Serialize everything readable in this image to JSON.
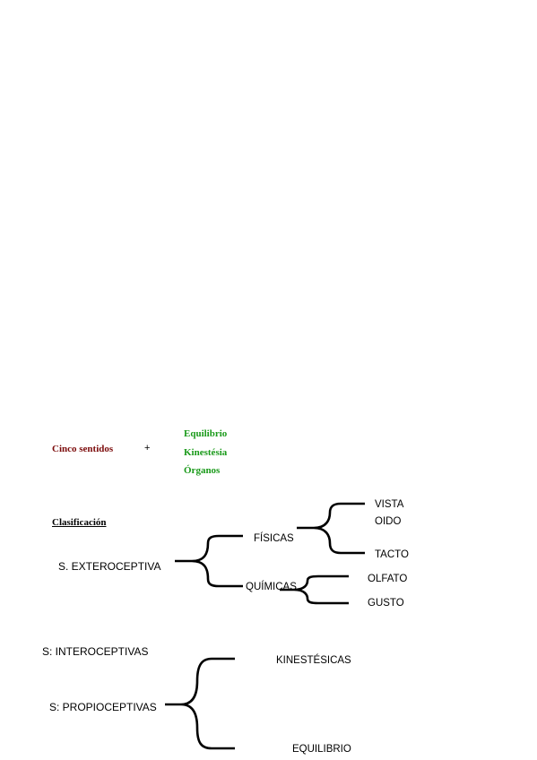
{
  "colors": {
    "dark_red": "#7b0a0a",
    "green": "#1a9a1a",
    "black": "#000000"
  },
  "intro": {
    "cinco_sentidos": "Cinco sentidos",
    "plus": "+",
    "extra_senses": [
      "Equilibrio",
      "Kinestésia",
      "Órganos"
    ]
  },
  "classification": {
    "heading": "Clasificación",
    "exteroceptiva": {
      "label": "S. EXTEROCEPTIVA",
      "fisicas": {
        "label": "FÍSICAS",
        "items": [
          "VISTA",
          "OIDO",
          "TACTO"
        ]
      },
      "quimicas": {
        "label": "QUÍMICAS",
        "items": [
          "OLFATO",
          "GUSTO"
        ]
      }
    },
    "interoceptivas": {
      "label": "S: INTEROCEPTIVAS"
    },
    "propioceptivas": {
      "label": "S: PROPIOCEPTIVAS",
      "items": [
        "KINESTÉSICAS",
        "EQUILIBRIO"
      ]
    }
  }
}
